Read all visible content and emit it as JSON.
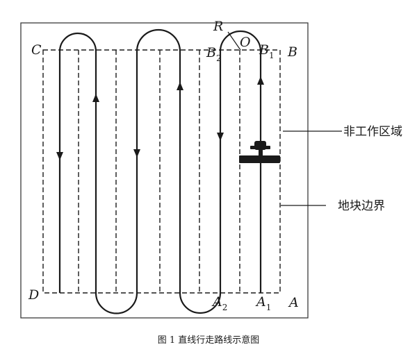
{
  "points": {
    "R": "R",
    "C": "C",
    "O": "O",
    "B": "B",
    "B1": {
      "main": "B",
      "sub": "1"
    },
    "B2": {
      "main": "B",
      "sub": "2"
    },
    "D": "D",
    "A": "A",
    "A1": {
      "main": "A",
      "sub": "1"
    },
    "A2": {
      "main": "A",
      "sub": "2"
    }
  },
  "callouts": {
    "non_work_area": "非工作区域",
    "field_boundary": "地块边界"
  },
  "caption": "图 1 直线行走路线示意图",
  "colors": {
    "stroke": "#1a1a1a",
    "background": "#ffffff"
  }
}
